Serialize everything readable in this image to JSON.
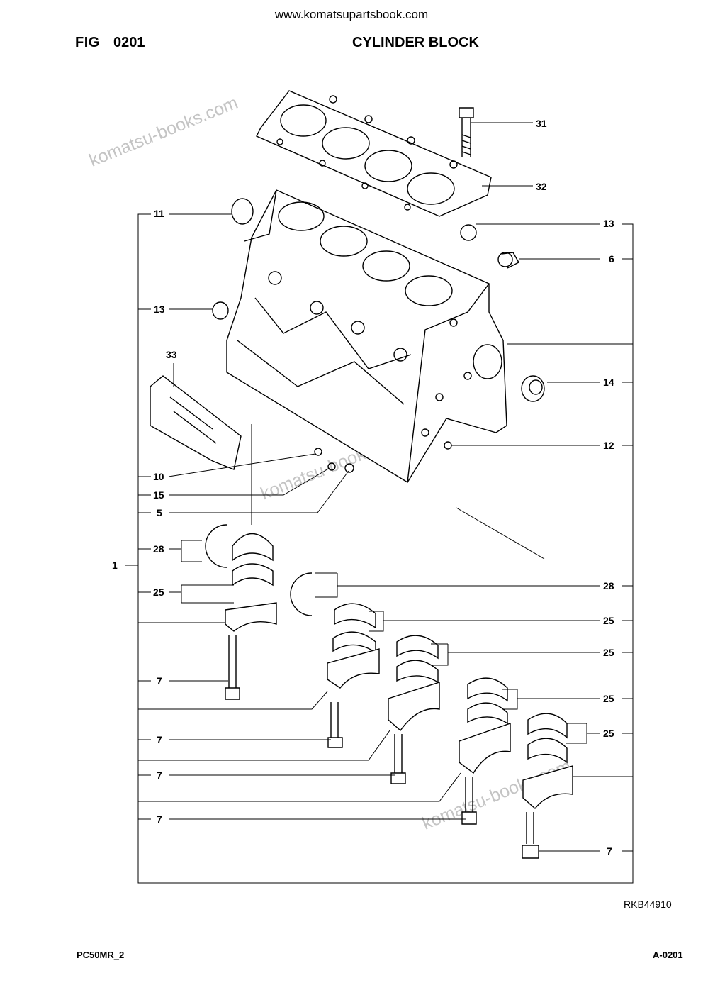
{
  "header": {
    "url": "www.komatsupartsbook.com",
    "fig_label": "FIG",
    "fig_number": "0201",
    "title": "CYLINDER BLOCK"
  },
  "watermark": "komatsu-books.com",
  "callouts": {
    "c31": "31",
    "c32": "32",
    "c11": "11",
    "c13a": "13",
    "c13b": "13",
    "c6": "6",
    "c33": "33",
    "c14": "14",
    "c12": "12",
    "c10": "10",
    "c15": "15",
    "c5": "5",
    "c1": "1",
    "c28a": "28",
    "c25a": "25",
    "c28b": "28",
    "c25b": "25",
    "c25c": "25",
    "c25d": "25",
    "c25e": "25",
    "c7a": "7",
    "c7b": "7",
    "c7c": "7",
    "c7d": "7",
    "c7e": "7"
  },
  "drawing_code": "RKB44910",
  "footer": {
    "model": "PC50MR_2",
    "page": "A-0201"
  }
}
